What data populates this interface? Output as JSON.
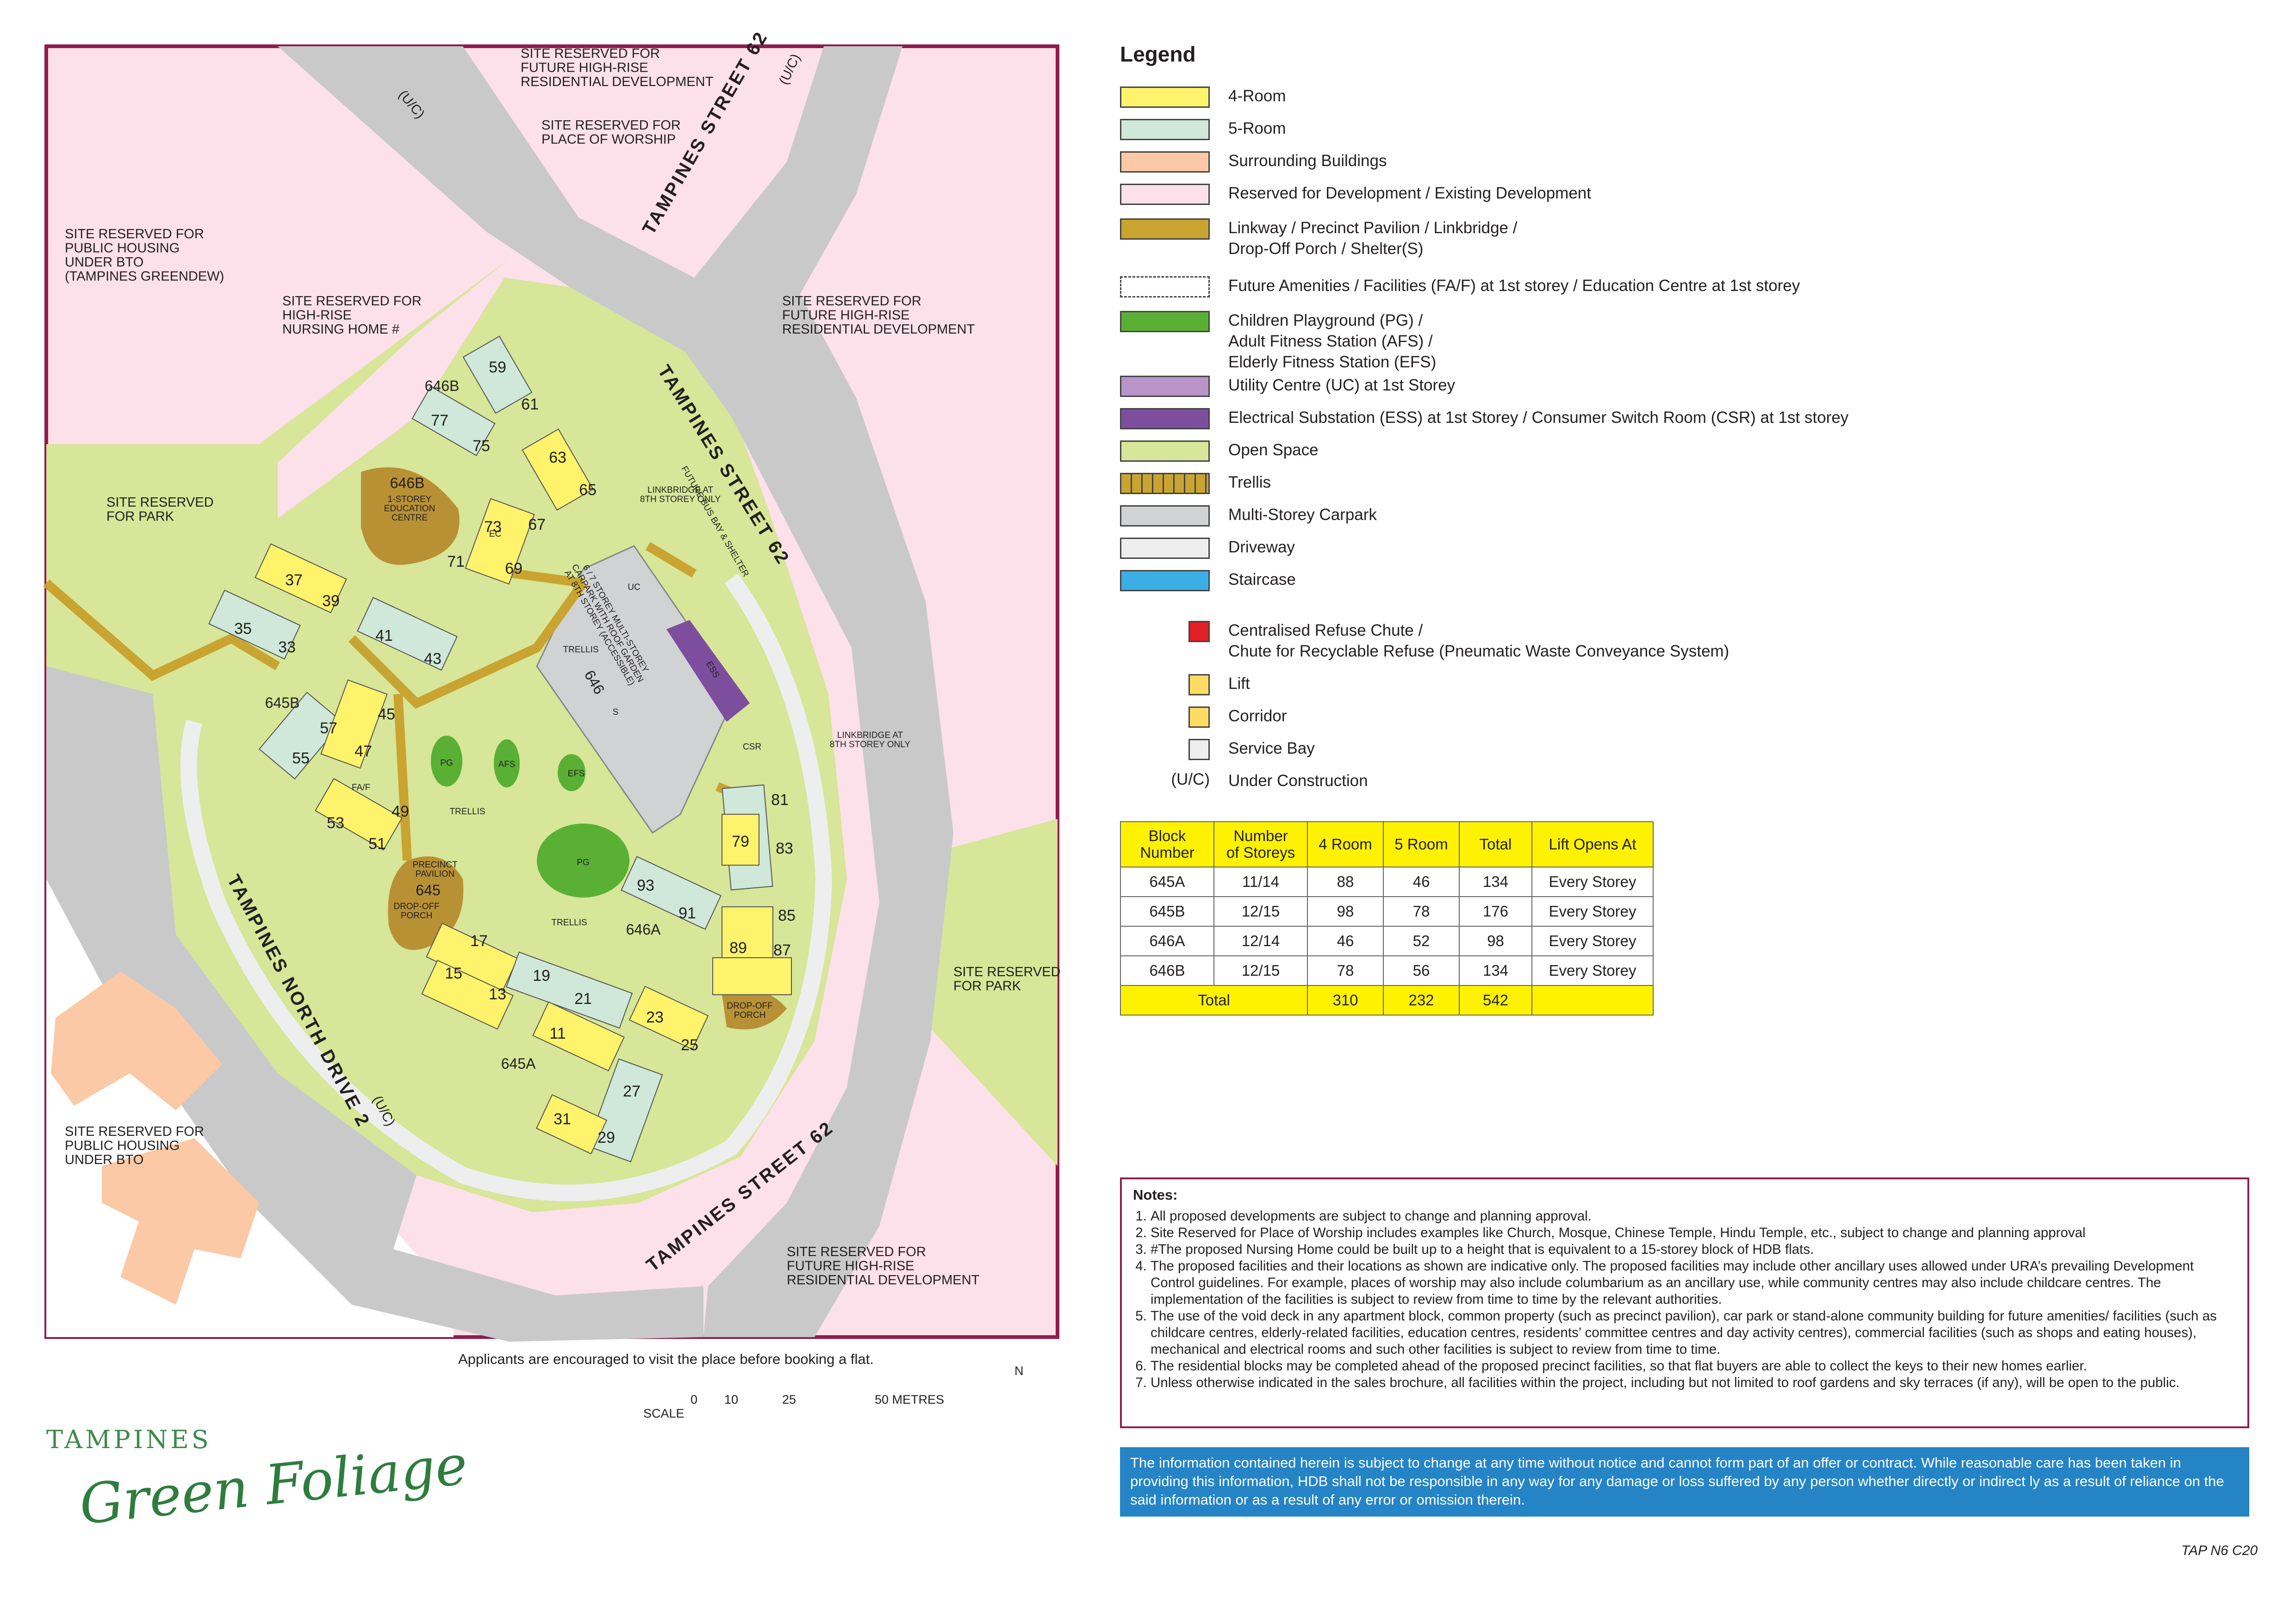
{
  "map_labels": {
    "site_high_rise_north": "SITE RESERVED FOR\nFUTURE HIGH-RISE\nRESIDENTIAL DEVELOPMENT",
    "site_place_of_worship": "SITE RESERVED FOR\nPLACE OF WORSHIP",
    "site_public_housing_greendew": "SITE RESERVED FOR\nPUBLIC HOUSING\nUNDER BTO\n(TAMPINES GREENDEW)",
    "site_nursing_home": "SITE RESERVED FOR\nHIGH-RISE\nNURSING HOME #",
    "site_high_rise_east": "SITE RESERVED FOR\nFUTURE HIGH-RISE\nRESIDENTIAL DEVELOPMENT",
    "site_park_west": "SITE RESERVED\nFOR PARK",
    "site_park_east": "SITE RESERVED\nFOR PARK",
    "site_public_housing_sw": "SITE RESERVED FOR\nPUBLIC HOUSING\nUNDER BTO",
    "site_high_rise_south": "SITE RESERVED FOR\nFUTURE HIGH-RISE\nRESIDENTIAL DEVELOPMENT",
    "road_st62": "TAMPINES STREET 62",
    "road_north_drive": "TAMPINES NORTH DRIVE 2",
    "uc": "(U/C)",
    "education_centre": "1-STOREY\nEDUCATION\nCENTRE",
    "precinct_pavilion": "PRECINCT\nPAVILION",
    "drop_off_porch": "DROP-OFF\nPORCH",
    "trellis": "TRELLIS",
    "linkbridge": "LINKBRIDGE AT\n8TH STOREY ONLY",
    "future_bus_bay": "FUTURE BUS BAY & SHELTER",
    "carpark_label": "6 / 7 STOREY MULTI-STOREY\nCARPARK WITH ROOF GARDEN\nAT 8TH STOREY (ACCESSIBLE)",
    "pg": "PG",
    "afs": "AFS",
    "efs": "EFS",
    "uc_code": "UC",
    "ess": "ESS",
    "csr": "CSR",
    "fa_f": "FA/F",
    "ec": "EC",
    "s": "S",
    "blocks": {
      "b646B_top": "646B",
      "b646B_ec": "646B",
      "b645B": "645B",
      "b646": "646",
      "b645": "645",
      "b646A": "646A",
      "b645A": "645A"
    },
    "units": [
      "59",
      "61",
      "77",
      "75",
      "63",
      "65",
      "73",
      "67",
      "71",
      "69",
      "37",
      "39",
      "35",
      "33",
      "41",
      "43",
      "45",
      "57",
      "47",
      "55",
      "49",
      "53",
      "51",
      "17",
      "15",
      "13",
      "19",
      "21",
      "11",
      "23",
      "25",
      "27",
      "31",
      "29",
      "93",
      "91",
      "79",
      "81",
      "83",
      "85",
      "89",
      "87"
    ]
  },
  "legend": {
    "title": "Legend",
    "items": [
      {
        "label": "4-Room",
        "color": "#fff36b"
      },
      {
        "label": "5-Room",
        "color": "#cfe8d9"
      },
      {
        "label": "Surrounding Buildings",
        "color": "#fbc9a5"
      },
      {
        "label": "Reserved for Development / Existing Development",
        "color": "#fce0ea"
      },
      {
        "label": "Linkway / Precinct Pavilion / Linkbridge /\nDrop-Off Porch / Shelter(S)",
        "color": "#c9a431"
      },
      {
        "label": "Future Amenities / Facilities (FA/F) at 1st storey / Education Centre at 1st storey",
        "color": "#ffffff"
      },
      {
        "label": "Children Playground (PG) /\nAdult Fitness Station (AFS) /\nElderly Fitness Station (EFS)",
        "color": "#5ab034"
      },
      {
        "label": "Utility Centre (UC) at 1st Storey",
        "color": "#b894c8"
      },
      {
        "label": "Electrical Substation (ESS) at 1st Storey / Consumer Switch Room (CSR) at 1st storey",
        "color": "#7d4e9e"
      },
      {
        "label": "Open Space",
        "color": "#d7e698"
      },
      {
        "label": "Trellis",
        "color": "#c9a431"
      },
      {
        "label": "Multi-Storey Carpark",
        "color": "#d1d2d4"
      },
      {
        "label": "Driveway",
        "color": "#eeeeee"
      },
      {
        "label": "Staircase",
        "color": "#3baee5"
      },
      {
        "label": "Centralised Refuse Chute /\nChute for Recyclable Refuse (Pneumatic Waste Conveyance System)",
        "color": "#e21f26"
      },
      {
        "label": "Lift",
        "color": "#fddc64"
      },
      {
        "label": "Corridor",
        "color": "#fddc64"
      },
      {
        "label": "Service Bay",
        "color": "#eeeeee"
      },
      {
        "label": "Under Construction",
        "symbol": "(U/C)"
      }
    ]
  },
  "table": {
    "headers": [
      "Block\nNumber",
      "Number\nof Storeys",
      "4 Room",
      "5 Room",
      "Total",
      "Lift Opens At"
    ],
    "rows": [
      [
        "645A",
        "11/14",
        "88",
        "46",
        "134",
        "Every Storey"
      ],
      [
        "645B",
        "12/15",
        "98",
        "78",
        "176",
        "Every Storey"
      ],
      [
        "646A",
        "12/14",
        "46",
        "52",
        "98",
        "Every Storey"
      ],
      [
        "646B",
        "12/15",
        "78",
        "56",
        "134",
        "Every Storey"
      ]
    ],
    "total": [
      "Total",
      "310",
      "232",
      "542",
      ""
    ]
  },
  "notes": {
    "title": "Notes:",
    "items": [
      "All proposed developments are subject to change and planning approval.",
      "Site Reserved for Place of Worship includes examples like Church, Mosque, Chinese Temple, Hindu Temple, etc., subject to change and planning approval",
      "#The proposed Nursing Home could be built up to a height that is equivalent to a 15-storey block of HDB flats.",
      "The proposed facilities and their locations as shown are indicative only. The proposed facilities may include other ancillary uses allowed under URA’s prevailing Development Control guidelines. For example, places of worship may also include columbarium as an ancillary use, while community centres may also include childcare centres. The implementation of the facilities is subject to review from time to time by the relevant authorities.",
      "The use of the void deck in any apartment block, common property (such as precinct pavilion), car park or stand-alone community building for future amenities/ facilities (such as childcare centres, elderly-related facilities, education centres, residents’ committee centres and day activity centres), commercial facilities (such as shops and eating houses), mechanical and electrical rooms and such other facilities is subject to review from time to time.",
      "The residential blocks may be completed ahead of the proposed precinct facilities, so that flat buyers are able to collect the keys to their new homes earlier.",
      "Unless otherwise indicated in the sales brochure, all facilities within the project, including but not limited to roof gardens and sky terraces (if any), will be open to the public."
    ]
  },
  "disclaimer": "The information contained herein is subject to change at any time without notice and cannot form part of an offer or contract. While reasonable care has been taken in providing this information, HDB shall not be responsible in any way for any damage or loss suffered by any person whether directly or indirect ly as a result of reliance on the said information or as a result of any error or omission therein.",
  "visit_note": "Applicants are encouraged to visit the place before booking a flat.",
  "scale": {
    "label": "SCALE",
    "ticks": [
      "0",
      "10",
      "25",
      "50 METRES"
    ]
  },
  "north": "N",
  "logo": {
    "line1": "TAMPINES",
    "line2": "Green Foliage"
  },
  "ref_code": "TAP N6 C20"
}
